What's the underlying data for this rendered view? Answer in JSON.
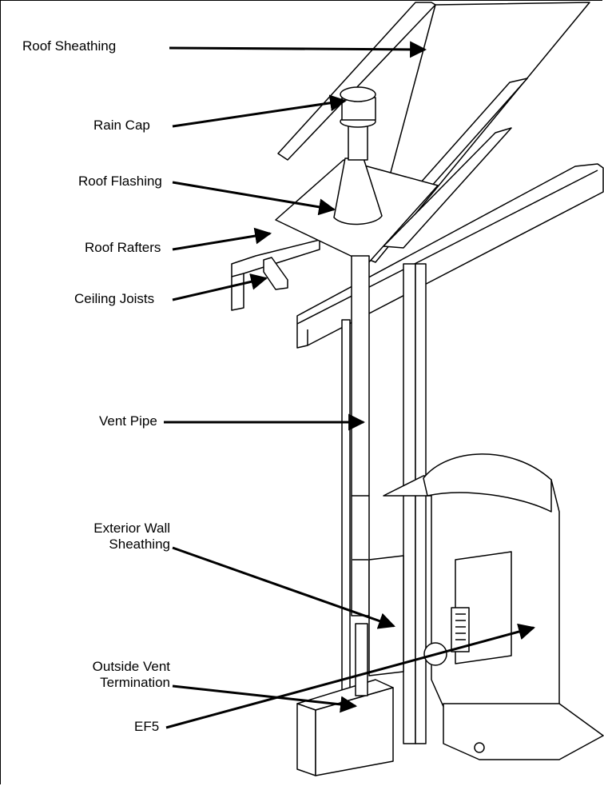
{
  "labels": {
    "roof_sheathing": "Roof Sheathing",
    "rain_cap": "Rain Cap",
    "roof_flashing": "Roof Flashing",
    "roof_rafters": "Roof Rafters",
    "ceiling_joists": "Ceiling Joists",
    "vent_pipe": "Vent Pipe",
    "exterior_wall_sheathing_line1": "Exterior Wall",
    "exterior_wall_sheathing_line2": "Sheathing",
    "outside_vent_termination_line1": "Outside Vent",
    "outside_vent_termination_line2": "Termination",
    "ef5": "EF5"
  }
}
